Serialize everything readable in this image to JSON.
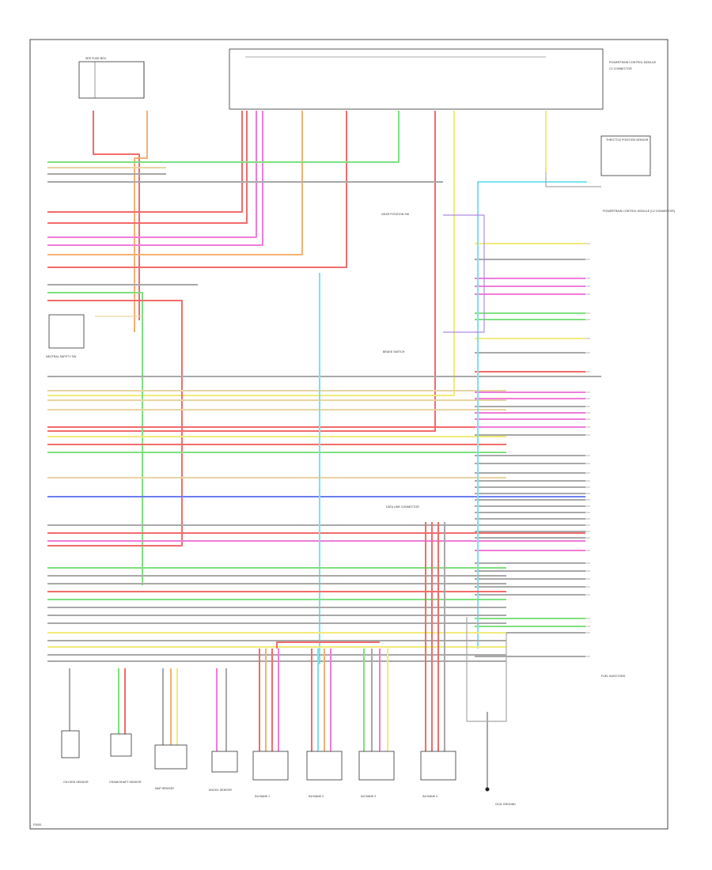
{
  "diagram": {
    "footer_code": "F0000",
    "components": {
      "neutral_safety_sw": "NEUTRAL SAFETY SW",
      "cavity_top_left": "SEE FUSE BOX",
      "pcm_title": "POWERTRAIN CONTROL MODULE",
      "pcm_connector": "C1 CONNECTOR",
      "tps_title": "THROTTLE POSITION SENSOR",
      "gear_position": "GEAR POSITION SW",
      "brake_switch": "BRAKE SWITCH",
      "ground": "G101 GROUND",
      "data_link": "DATA LINK CONNECTOR",
      "injector_block": "FUEL INJECTORS",
      "ecm_right_note": "POWERTRAIN CONTROL MODULE (C2 CONNECTOR)"
    },
    "bottom_labels": [
      "OXYGEN SENSOR",
      "CRANKSHAFT SENSOR",
      "MAP SENSOR",
      "KNOCK SENSOR",
      "INJ BANK 1",
      "INJ BANK 2",
      "INJ BANK 3",
      "INJ BANK 4"
    ],
    "wire_colors": {
      "red": "#f26b6b",
      "pink": "#f07bd8",
      "orange": "#f5b070",
      "green": "#7ee07e",
      "yellow": "#f2ea7a",
      "blue": "#6b7ef0",
      "cyan": "#78e3ee",
      "gray": "#a8a8a8",
      "tan": "#e8d3a3",
      "dkgray": "#606060",
      "purple": "#b08be0"
    }
  }
}
